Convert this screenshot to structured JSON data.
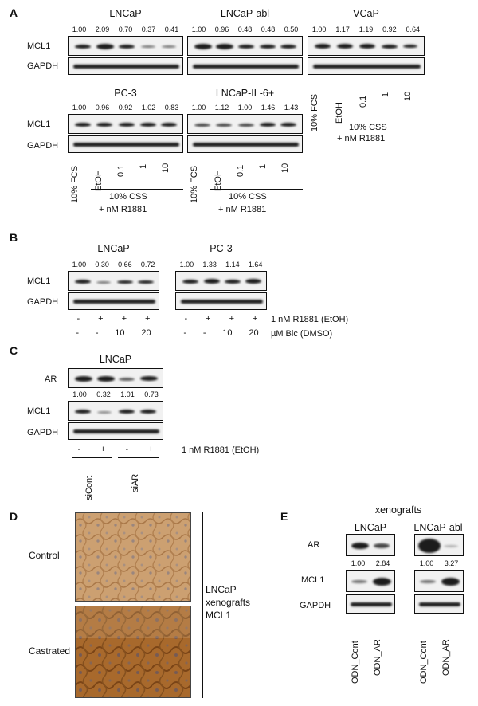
{
  "panels": {
    "A": {
      "letter": "A",
      "lncap": {
        "title": "LNCaP",
        "densities": [
          "1.00",
          "2.09",
          "0.70",
          "0.37",
          "0.41"
        ]
      },
      "abl": {
        "title": "LNCaP-abl",
        "densities": [
          "1.00",
          "0.96",
          "0.48",
          "0.48",
          "0.50"
        ]
      },
      "vcap": {
        "title": "VCaP",
        "densities": [
          "1.00",
          "1.17",
          "1.19",
          "0.92",
          "0.64"
        ]
      },
      "pc3": {
        "title": "PC-3",
        "densities": [
          "1.00",
          "0.96",
          "0.92",
          "1.02",
          "0.83"
        ]
      },
      "il6": {
        "title": "LNCaP-IL-6+",
        "densities": [
          "1.00",
          "1.12",
          "1.00",
          "1.46",
          "1.43"
        ]
      },
      "row_labels": [
        "MCL1",
        "GAPDH"
      ],
      "conditions": [
        "10% FCS",
        "EtOH",
        "0.1",
        "1",
        "10"
      ],
      "group_label_1": "10% CSS",
      "group_label_2": "+ nM R1881"
    },
    "B": {
      "letter": "B",
      "lncap": {
        "title": "LNCaP",
        "densities": [
          "1.00",
          "0.30",
          "0.66",
          "0.72"
        ]
      },
      "pc3": {
        "title": "PC-3",
        "densities": [
          "1.00",
          "1.33",
          "1.14",
          "1.64"
        ]
      },
      "row_labels": [
        "MCL1",
        "GAPDH"
      ],
      "r1881_signs": [
        "-",
        "+",
        "+",
        "+"
      ],
      "bic_signs": [
        "-",
        "-",
        "10",
        "20"
      ],
      "r1881_label": "1 nM R1881 (EtOH)",
      "bic_label": "µM Bic (DMSO)"
    },
    "C": {
      "letter": "C",
      "title": "LNCaP",
      "row_labels": [
        "AR",
        "MCL1",
        "GAPDH"
      ],
      "densities": [
        "1.00",
        "0.32",
        "1.01",
        "0.73"
      ],
      "signs": [
        "-",
        "+",
        "-",
        "+"
      ],
      "r1881_label": "1 nM R1881 (EtOH)",
      "groups": [
        "siCont",
        "siAR"
      ]
    },
    "D": {
      "letter": "D",
      "row_labels": [
        "Control",
        "Castrated"
      ],
      "side_label": [
        "LNCaP",
        "xenografts",
        "MCL1"
      ]
    },
    "E": {
      "letter": "E",
      "header": "xenografts",
      "lncap": {
        "title": "LNCaP",
        "densities": [
          "1.00",
          "2.84"
        ]
      },
      "abl": {
        "title": "LNCaP-abl",
        "densities": [
          "1.00",
          "3.27"
        ]
      },
      "row_labels": [
        "AR",
        "MCL1",
        "GAPDH"
      ],
      "lanes": [
        "ODN_Cont",
        "ODN_AR"
      ]
    }
  },
  "colors": {
    "ink": "#111111",
    "band": "#1c1c1c",
    "membrane": "#f1f1f1",
    "ihc_light": "#b98a57",
    "ihc_dark": "#8a5522",
    "nuclei": "#5a5f86"
  }
}
